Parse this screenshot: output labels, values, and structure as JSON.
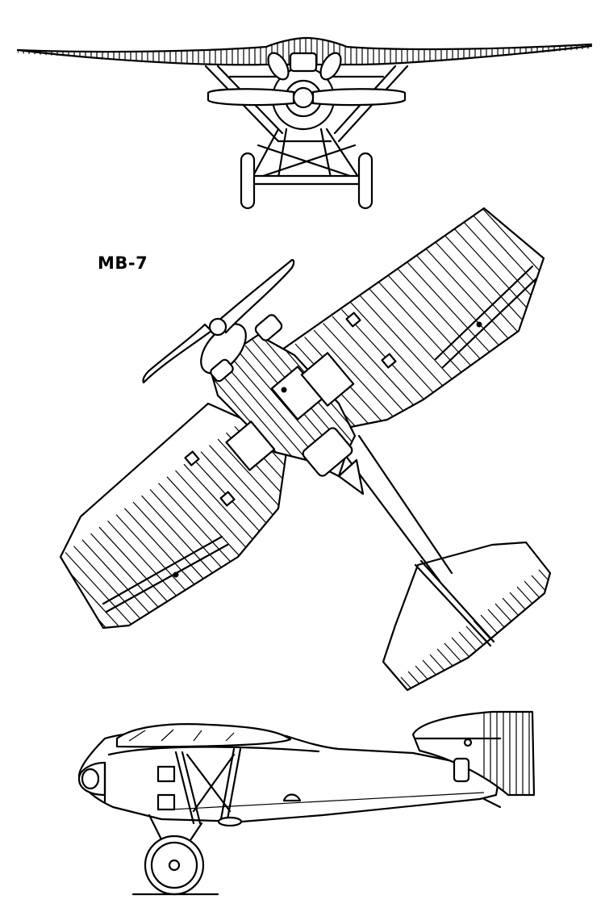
{
  "drawing": {
    "designation": "MB-7",
    "views": [
      "front-view",
      "top-view",
      "side-view"
    ],
    "ink_color": "#000000",
    "background_color": "#ffffff"
  }
}
